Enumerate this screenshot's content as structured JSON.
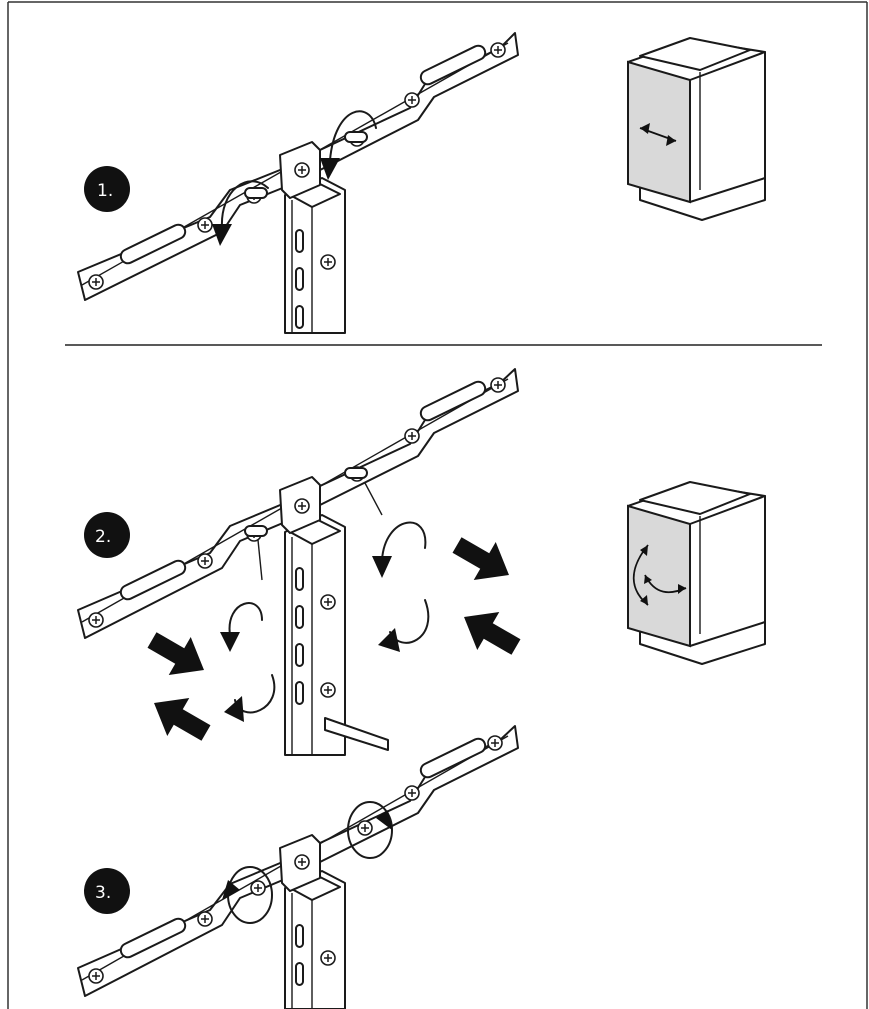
{
  "steps": [
    {
      "label": "1."
    },
    {
      "label": "2."
    },
    {
      "label": "3."
    }
  ]
}
